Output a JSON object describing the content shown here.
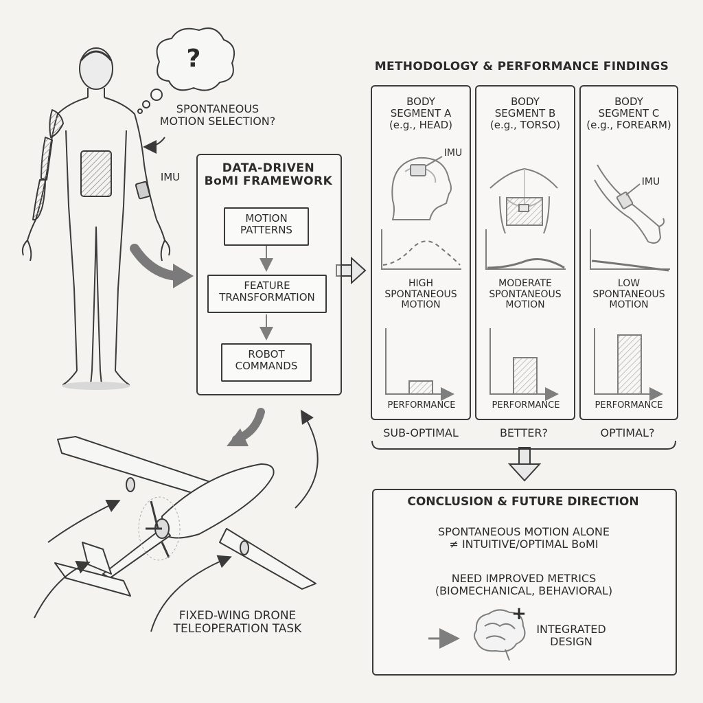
{
  "human": {
    "thought_symbol": "?",
    "thought_text": "SPONTANEOUS\nMOTION SELECTION?",
    "imu_label": "IMU"
  },
  "framework": {
    "title": "DATA-DRIVEN\nBoMI FRAMEWORK",
    "steps": [
      "MOTION\nPATTERNS",
      "FEATURE\nTRANSFORMATION",
      "ROBOT\nCOMMANDS"
    ]
  },
  "drone": {
    "caption": "FIXED-WING DRONE\nTELEOPERATION TASK"
  },
  "methodology": {
    "title": "METHODOLOGY & PERFORMANCE FINDINGS",
    "segments": [
      {
        "title": "BODY\nSEGMENT A\n(e.g., HEAD)",
        "imu": "IMU",
        "motion": "HIGH\nSPONTANEOUS\nMOTION",
        "axis_label": "PERFORMANCE",
        "verdict": "SUB-OPTIMAL"
      },
      {
        "title": "BODY\nSEGMENT B\n(e.g., TORSO)",
        "imu": "",
        "motion": "MODERATE\nSPONTANEOUS\nMOTION",
        "axis_label": "PERFORMANCE",
        "verdict": "BETTER?"
      },
      {
        "title": "BODY\nSEGMENT C\n(e.g., FOREARM)",
        "imu": "IMU",
        "motion": "LOW\nSPONTANEOUS\nMOTION",
        "axis_label": "PERFORMANCE",
        "verdict": "OPTIMAL?"
      }
    ]
  },
  "conclusion": {
    "title": "CONCLUSION & FUTURE DIRECTION",
    "line1": "SPONTANEOUS MOTION ALONE\n≠ INTUITIVE/OPTIMAL BoMI",
    "line2": "NEED IMPROVED METRICS\n(BIOMECHANICAL, BEHAVIORAL)",
    "plus": "+",
    "integrated": "INTEGRATED\nDESIGN"
  },
  "colors": {
    "ink": "#2b2b2b",
    "paper": "#f4f3f0",
    "hatch": "#9a9a9a"
  }
}
